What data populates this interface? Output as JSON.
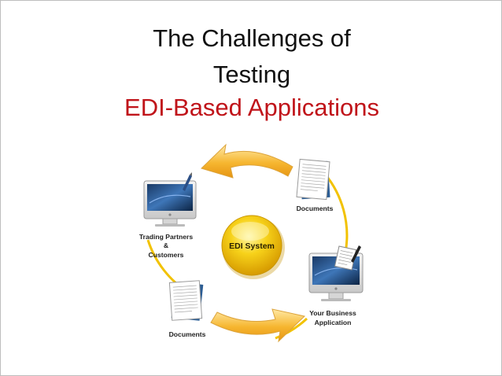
{
  "slide": {
    "title_line1": "The Challenges of",
    "title_line2": "Testing",
    "title_line3": "EDI-Based Applications",
    "accent_color": "#c0141a"
  },
  "diagram": {
    "center": "EDI System",
    "top_right_label": "Documents",
    "left_label_line1": "Trading Partners",
    "left_label_line2": "&",
    "left_label_line3": "Customers",
    "right_label_line1": "Your Business",
    "right_label_line2": "Application",
    "bottom_left_label": "Documents",
    "arrow_color": "#f5b52e",
    "circle_color": "#f2c200",
    "icons": [
      "monitor-icon",
      "document-icon",
      "monitor-icon",
      "document-icon"
    ]
  }
}
